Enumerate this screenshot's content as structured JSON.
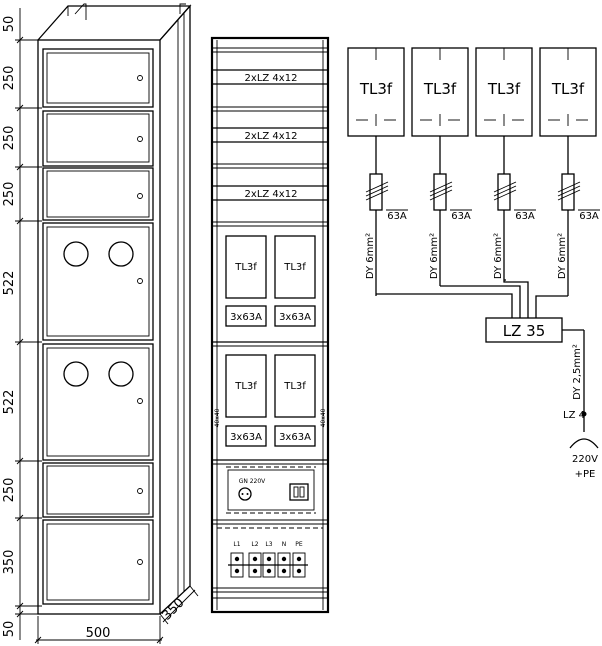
{
  "left_view": {
    "heights": [
      "50",
      "250",
      "250",
      "250",
      "522",
      "522",
      "250",
      "350",
      "50"
    ],
    "width": "500",
    "depth": "350"
  },
  "middle_view": {
    "busbar_labels": [
      "2xLZ 4x12",
      "2xLZ 4x12",
      "2xLZ 4x12"
    ],
    "meter_labels": [
      "TL3f",
      "TL3f",
      "TL3f",
      "TL3f"
    ],
    "fuse_labels": [
      "3x63A",
      "3x63A",
      "3x63A",
      "3x63A"
    ],
    "rail_labels": [
      "40x40",
      "40x40"
    ],
    "socket_label": "GN 220V",
    "terminal_labels": [
      "L1",
      "L2",
      "L3",
      "N",
      "PE"
    ]
  },
  "right_view": {
    "meters": [
      "TL3f",
      "TL3f",
      "TL3f",
      "TL3f"
    ],
    "fuses": [
      "63A",
      "63A",
      "63A",
      "63A"
    ],
    "cables": [
      "DY 6mm²",
      "DY 6mm²",
      "DY 6mm²",
      "DY 6mm²"
    ],
    "junction_label": "LZ 35",
    "outlet_cable": "DY 2,5mm²",
    "outlet_fuse": "LZ 4",
    "outlet_voltage": "220V",
    "outlet_earth": "+PE"
  }
}
